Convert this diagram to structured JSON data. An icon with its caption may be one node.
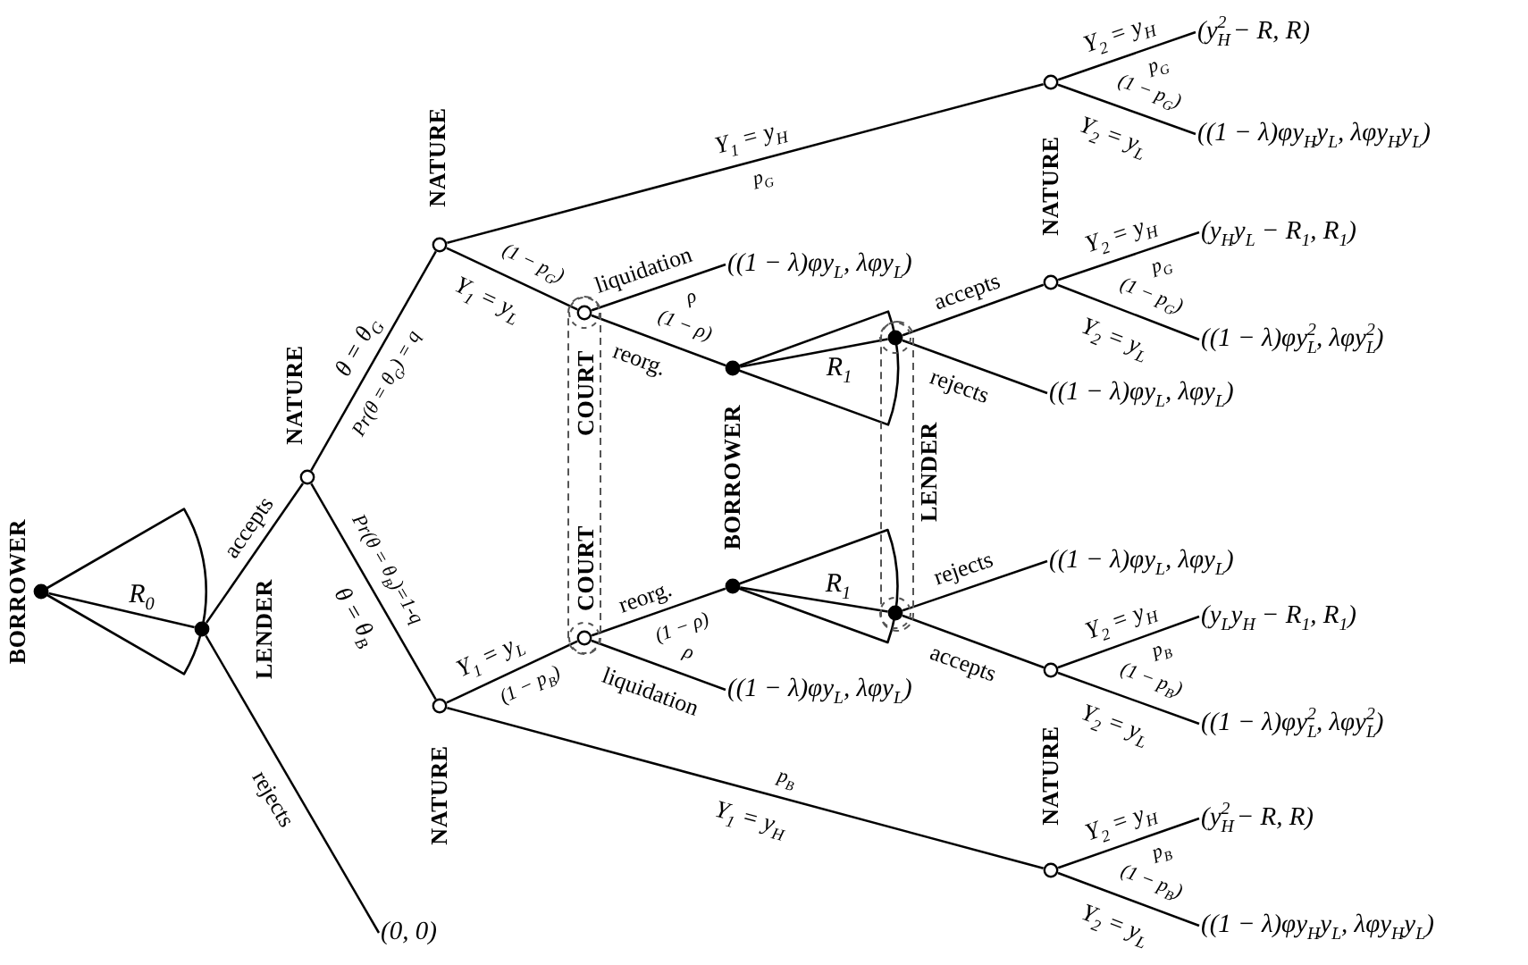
{
  "diagram": {
    "nodes": [
      {
        "text": [],
        "shape": "circle",
        "beside": [
          "BORROWER"
        ]
      },
      {
        "text": [],
        "shape": "circle",
        "beside": [
          "LENDER"
        ]
      },
      {
        "text": [],
        "shape": "circle",
        "beside": [
          "NATURE"
        ]
      },
      {
        "text": [
          "(0, 0)"
        ]
      },
      {
        "text": [],
        "shape": "circle",
        "beside": [
          "NATURE"
        ]
      },
      {
        "text": [],
        "shape": "circle",
        "beside": [
          "NATURE"
        ]
      },
      {
        "text": [
          "COURT",
          "COURT"
        ]
      },
      {
        "text": [],
        "shape": "circle",
        "in": 6
      },
      {
        "text": [],
        "shape": "circle",
        "in": 6
      },
      {
        "text": [
          "((1 − λ)φy$_{L}$, λφy$_{L}$)"
        ]
      },
      {
        "text": [],
        "shape": "circle",
        "beside": [
          "BORROWER"
        ]
      },
      {
        "text": [],
        "shape": "circle"
      },
      {
        "text": [
          "((1 − λ)φy$_{L}$, λφy$_{L}$)"
        ]
      },
      {
        "text": [
          "LENDER"
        ]
      },
      {
        "text": [],
        "shape": "circle",
        "in": 13
      },
      {
        "text": [],
        "shape": "circle",
        "in": 13
      },
      {
        "text": [],
        "shape": "circle",
        "beside": [
          "NATURE"
        ]
      },
      {
        "text": [],
        "shape": "circle"
      },
      {
        "text": [
          "((1 − λ)φy$_{L}$, λφy$_{L}$)"
        ]
      },
      {
        "text": [
          "((1 − λ)φy$_{L}$, λφy$_{L}$)"
        ]
      },
      {
        "text": [],
        "shape": "circle",
        "beside": [
          "NATURE"
        ]
      },
      {
        "text": [],
        "shape": "circle"
      },
      {
        "text": [
          "(y$_{H}$$^{2}$ − R, R)"
        ]
      },
      {
        "text": [
          "((1 − λ)φy$_{H}$y$_{L}$, λφy$_{H}$y$_{L}$)"
        ]
      },
      {
        "text": [
          "(y$_{H}$y$_{L}$ − R$_{1}$, R$_{1}$)"
        ]
      },
      {
        "text": [
          "((1 − λ)φy$_{L}$$^{2}$, λφy$_{L}$$^{2}$)"
        ]
      },
      {
        "text": [
          "(y$_{L}$y$_{H}$ − R$_{1}$, R$_{1}$)"
        ]
      },
      {
        "text": [
          "((1 − λ)φy$_{L}$$^{2}$, λφy$_{L}$$^{2}$)"
        ]
      },
      {
        "text": [
          "(y$_{H}$$^{2}$ − R, R)"
        ]
      },
      {
        "text": [
          "((1 − λ)φy$_{H}$y$_{L}$, λφy$_{H}$y$_{L}$)"
        ]
      }
    ],
    "edges": [
      {
        "from": 0,
        "to": 1,
        "arrow": "none",
        "label": "R$_{0}$"
      },
      {
        "from": 1,
        "to": 2,
        "arrow": "none",
        "label": "accepts"
      },
      {
        "from": 1,
        "to": 3,
        "arrow": "none",
        "label": "rejects"
      },
      {
        "from": 2,
        "to": 4,
        "arrow": "none",
        "label": "θ = θ$_{G}$"
      },
      {
        "from": 2,
        "to": 5,
        "arrow": "none",
        "label": "θ = θ$_{B}$"
      },
      {
        "from": 4,
        "to": 16,
        "arrow": "none",
        "label": "Y$_{1}$ = y$_{H}$"
      },
      {
        "from": 4,
        "to": 7,
        "arrow": "none",
        "label": "Y$_{1}$ = y$_{L}$"
      },
      {
        "from": 5,
        "to": 8,
        "arrow": "none",
        "label": "Y$_{1}$ = y$_{L}$"
      },
      {
        "from": 5,
        "to": 21,
        "arrow": "none",
        "label": "Y$_{1}$ = y$_{H}$"
      },
      {
        "from": 7,
        "to": 9,
        "arrow": "none",
        "label": "liquidation"
      },
      {
        "from": 7,
        "to": 10,
        "arrow": "none",
        "label": "reorg."
      },
      {
        "from": 8,
        "to": 11,
        "arrow": "none",
        "label": "reorg."
      },
      {
        "from": 8,
        "to": 12,
        "arrow": "none",
        "label": "liquidation"
      },
      {
        "from": 10,
        "to": 14,
        "arrow": "none",
        "label": "R$_{1}$"
      },
      {
        "from": 11,
        "to": 15,
        "arrow": "none",
        "label": "R$_{1}$"
      },
      {
        "from": 14,
        "to": 17,
        "arrow": "none",
        "label": "accepts"
      },
      {
        "from": 14,
        "to": 18,
        "arrow": "none",
        "label": "rejects"
      },
      {
        "from": 15,
        "to": 19,
        "arrow": "none",
        "label": "rejects"
      },
      {
        "from": 15,
        "to": 20,
        "arrow": "none",
        "label": "accepts"
      },
      {
        "from": 16,
        "to": 22,
        "arrow": "none",
        "label": "Y$_{2}$ = y$_{H}$"
      },
      {
        "from": 16,
        "to": 23,
        "arrow": "none",
        "label": "Y$_{2}$ = y$_{L}$"
      },
      {
        "from": 17,
        "to": 24,
        "arrow": "none",
        "label": "Y$_{2}$ = y$_{H}$"
      },
      {
        "from": 17,
        "to": 25,
        "arrow": "none",
        "label": "Y$_{2}$ = y$_{L}$"
      },
      {
        "from": 20,
        "to": 26,
        "arrow": "none",
        "label": "Y$_{2}$ = y$_{H}$"
      },
      {
        "from": 20,
        "to": 27,
        "arrow": "none",
        "label": "Y$_{2}$ = y$_{L}$"
      },
      {
        "from": 21,
        "to": 28,
        "arrow": "none",
        "label": "Y$_{2}$ = y$_{H}$"
      },
      {
        "from": 21,
        "to": 29,
        "arrow": "none",
        "label": "Y$_{2}$ = y$_{L}$"
      }
    ],
    "labels": [
      "Pr(θ = θ$_{G}$) = q",
      "Pr(θ = θ$_{B}$)=1-q",
      "p$_{G}$",
      "(1 − p$_{G}$)",
      "(1 − p$_{B}$)",
      "p$_{B}$",
      "ρ",
      "(1 − ρ)",
      "(1 − ρ)",
      "ρ",
      "p$_{G}$",
      "(1 − p$_{G}$)",
      "p$_{G}$",
      "(1 − p$_{G}$)",
      "p$_{B}$",
      "(1 − p$_{B}$)",
      "p$_{B}$",
      "(1 − p$_{B}$)"
    ]
  }
}
